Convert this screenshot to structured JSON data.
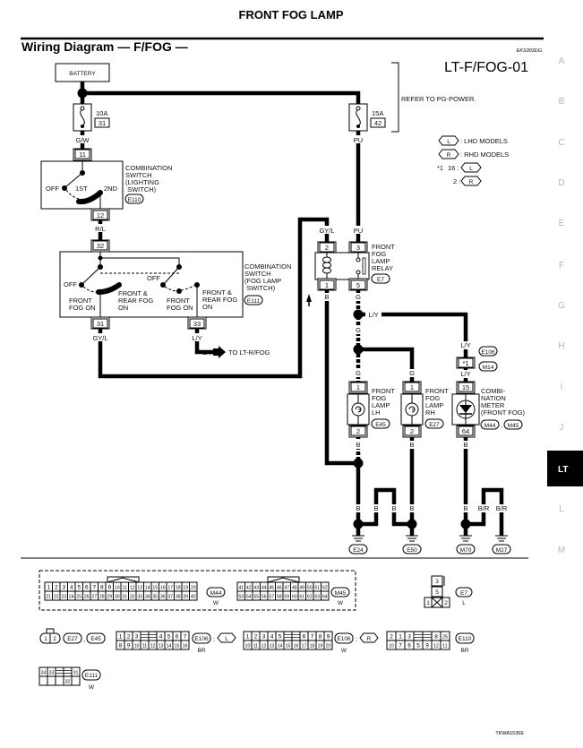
{
  "page_title": "FRONT FOG LAMP",
  "diagram_title": "Wiring Diagram — F/FOG —",
  "section_code": "EKS003DG",
  "diagram_id": "LT-F/FOG-01",
  "figure_code": "TKWA1535E",
  "side_tabs": [
    "A",
    "B",
    "C",
    "D",
    "E",
    "F",
    "G",
    "H",
    "I",
    "J",
    "LT",
    "L",
    "M"
  ],
  "active_tab": "LT",
  "colors": {
    "ink": "#000000",
    "tab_inactive": "#b5b5b5",
    "tab_active_bg": "#000000",
    "tab_active_text": "#ffffff"
  },
  "power": {
    "battery": "BATTERY",
    "fuse1_amp": "10A",
    "fuse1_no": "31",
    "fuse2_amp": "15A",
    "fuse2_no": "42",
    "refer": "REFER TO PG-POWER."
  },
  "legend": {
    "l_sym": "L",
    "l_text": ": LHD MODELS",
    "r_sym": "R",
    "r_text": ": RHD MODELS",
    "star": "*1",
    "star_l": "16 :",
    "star_r": "2 :"
  },
  "wires": {
    "gw": "G/W",
    "rl": "R/L",
    "gyl_sw": "GY/L",
    "ly_sw": "L/Y",
    "ly_arrow": "L/Y",
    "to_rear": "TO LT-R/FOG",
    "gyl_relay": "GY/L",
    "pu_fuse": "PU",
    "pu_relay": "PU",
    "b_relay": "B",
    "g_relay": "G",
    "ly_junction": "L/Y",
    "g_mid": "G",
    "g_lh": "G",
    "g_rh": "G",
    "ly_meter_top": "L/Y",
    "ly_meter": "L/Y",
    "b_lh": "B",
    "b_rh": "B",
    "b_meter": "B",
    "b_gnd1": "B",
    "b_gnd2": "B",
    "b_gnd3": "B",
    "b_gnd4": "B",
    "b_gnd5": "B",
    "br1": "B/R",
    "br2": "B/R"
  },
  "lighting_switch": {
    "label": [
      "COMBINATION",
      "SWITCH",
      "(LIGHTING",
      " SWITCH)"
    ],
    "connector": "E110",
    "pin_in": "11",
    "pin_out": "12",
    "pos_off": "OFF",
    "pos_1st": "1ST",
    "pos_2nd": "2ND"
  },
  "fog_switch": {
    "label": [
      "COMBINATION",
      "SWITCH",
      "(FOG LAMP",
      " SWITCH)"
    ],
    "connector": "E111",
    "pin_in": "32",
    "pin_front": "31",
    "pin_rear": "33",
    "off1": "OFF",
    "off2": "OFF",
    "front_on_1": [
      "FRONT",
      "FOG ON"
    ],
    "rear_on_1": [
      "FRONT &",
      "REAR FOG",
      "ON"
    ],
    "front_on_2": [
      "FRONT",
      "FOG ON"
    ],
    "rear_on_2": [
      "FRONT &",
      "REAR FOG",
      "ON"
    ]
  },
  "relay": {
    "label": [
      "FRONT",
      "FOG",
      "LAMP",
      "RELAY"
    ],
    "connector": "E7",
    "pins": [
      "2",
      "3",
      "1",
      "5"
    ]
  },
  "lamp_lh": {
    "label": [
      "FRONT",
      "FOG",
      "LAMP",
      "LH"
    ],
    "connector": "E45",
    "pins": [
      "1",
      "2"
    ]
  },
  "lamp_rh": {
    "label": [
      "FRONT",
      "FOG",
      "LAMP",
      "RH"
    ],
    "connector": "E27",
    "pins": [
      "1",
      "2"
    ]
  },
  "meter": {
    "label": [
      "COMBI-",
      "NATION",
      "METER",
      "(FRONT FOG)"
    ],
    "connectors": [
      "M44",
      "M45"
    ],
    "sep": ",",
    "pins": [
      "15",
      "64"
    ],
    "joint_top": "E106",
    "joint_pin": "*1",
    "joint_bottom": "M14"
  },
  "grounds": [
    "E24",
    "E50",
    "M70",
    "M27"
  ],
  "connector_views": {
    "m44": {
      "id": "M44",
      "color": "W",
      "rows": [
        [
          "1",
          "2",
          "3",
          "4",
          "5",
          "6",
          "7",
          "8",
          "9",
          "10",
          "11",
          "12",
          "13",
          "14",
          "15",
          "16",
          "17",
          "18",
          "19",
          "20"
        ],
        [
          "21",
          "22",
          "23",
          "24",
          "25",
          "26",
          "27",
          "28",
          "29",
          "30",
          "31",
          "32",
          "33",
          "34",
          "35",
          "36",
          "37",
          "38",
          "39",
          "40"
        ]
      ]
    },
    "m45": {
      "id": "M45",
      "color": "W",
      "rows": [
        [
          "41",
          "42",
          "43",
          "44",
          "45",
          "46",
          "47",
          "48",
          "49",
          "50",
          "51",
          "52"
        ],
        [
          "53",
          "54",
          "55",
          "56",
          "57",
          "58",
          "59",
          "60",
          "61",
          "62",
          "63",
          "64"
        ]
      ]
    },
    "e7": {
      "id": "E7",
      "color": "L",
      "pins": [
        "3",
        "5",
        "1",
        "2"
      ]
    },
    "e27_45": {
      "pins": [
        "1",
        "2"
      ],
      "ids": [
        "E27",
        "E45"
      ],
      "sep": ","
    },
    "e106l": {
      "id": "E106",
      "sep": ":",
      "model": "L",
      "color": "BR",
      "rows": [
        [
          "1",
          "2",
          "3",
          null,
          null,
          "4",
          "5",
          "6",
          "7"
        ],
        [
          "8",
          "9",
          "10",
          "11",
          "12",
          "13",
          "14",
          "15",
          "16"
        ]
      ]
    },
    "e106r": {
      "id": "E106",
      "sep": ":",
      "model": "R",
      "color": "W",
      "rows": [
        [
          "1",
          "2",
          "3",
          "4",
          "5",
          null,
          null,
          "6",
          "7",
          "8",
          "9"
        ],
        [
          "10",
          "11",
          "12",
          "13",
          "14",
          "15",
          "16",
          "17",
          "18",
          "19",
          "20"
        ]
      ]
    },
    "e110": {
      "id": "E110",
      "color": "BR",
      "rows": [
        [
          "2",
          "1",
          "3",
          null,
          null,
          "8",
          "25"
        ],
        [
          "10",
          "7",
          "6",
          "5",
          "9",
          "12",
          "11"
        ]
      ]
    },
    "e111": {
      "id": "E111",
      "color": "W",
      "rows": [
        [
          "34",
          "33",
          null,
          null,
          "31"
        ],
        [
          "",
          "",
          "",
          "32",
          ""
        ]
      ]
    }
  }
}
